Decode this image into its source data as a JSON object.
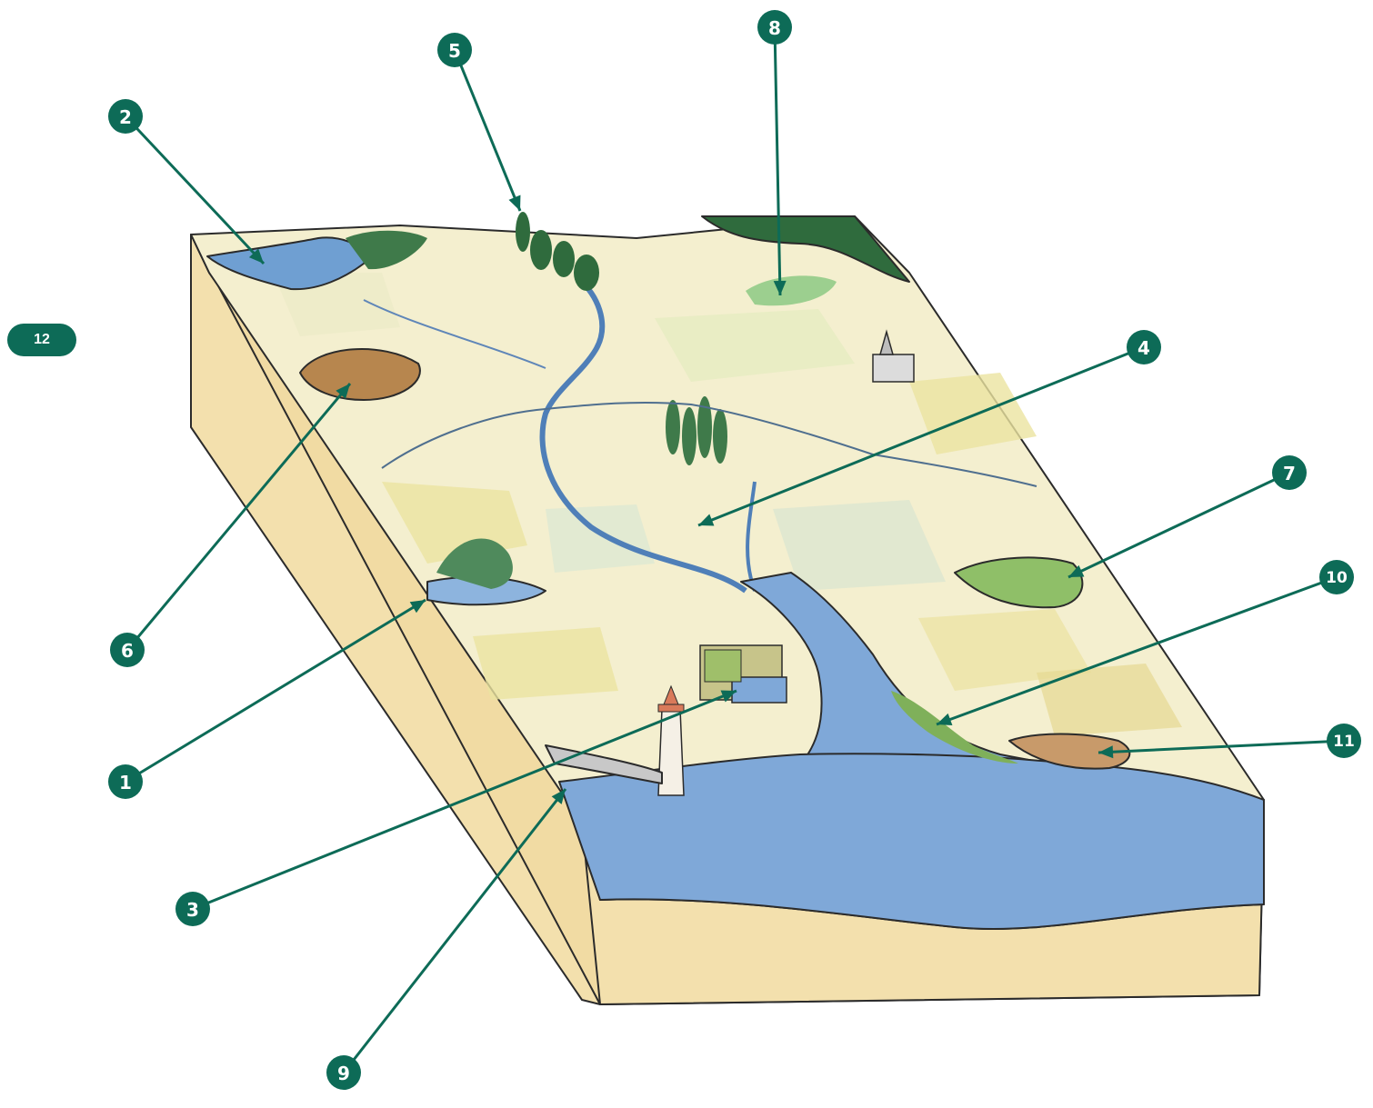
{
  "page_badge": "12",
  "colors": {
    "marker": "#0d6b57",
    "sand": "#f3e0ad",
    "sand_dark": "#e9cf8f",
    "land": "#f4efcf",
    "river": "#6f9fd2",
    "sea": "#7fa8d8",
    "forest": "#2f6b3d",
    "field_green": "#a9c97a",
    "field_yellow": "#ebe3a0"
  },
  "markers": [
    {
      "id": "1",
      "label": "1"
    },
    {
      "id": "2",
      "label": "2"
    },
    {
      "id": "3",
      "label": "3"
    },
    {
      "id": "4",
      "label": "4"
    },
    {
      "id": "5",
      "label": "5"
    },
    {
      "id": "6",
      "label": "6"
    },
    {
      "id": "7",
      "label": "7"
    },
    {
      "id": "8",
      "label": "8"
    },
    {
      "id": "9",
      "label": "9"
    },
    {
      "id": "10",
      "label": "10"
    },
    {
      "id": "11",
      "label": "11"
    }
  ]
}
